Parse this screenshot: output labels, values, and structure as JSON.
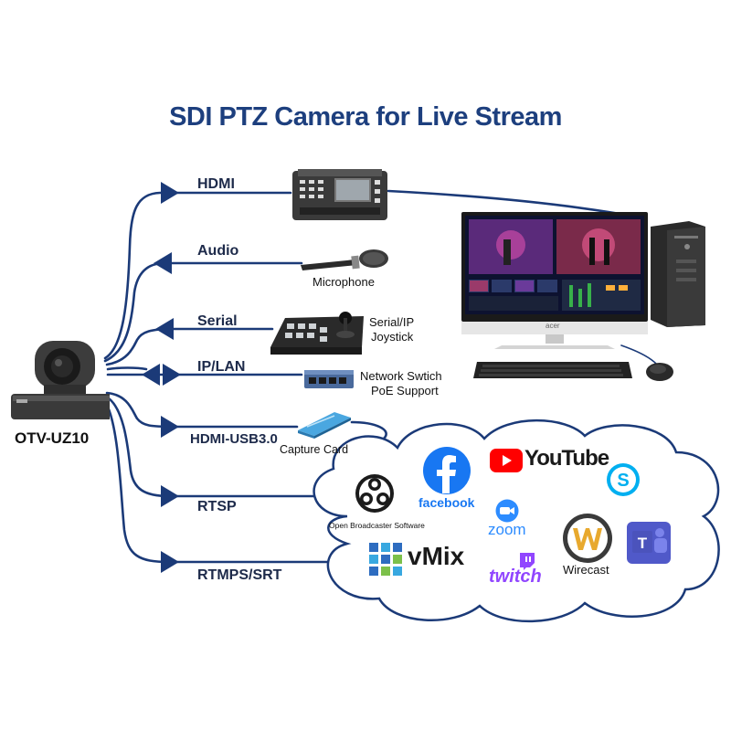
{
  "title": "SDI PTZ Camera for Live Stream",
  "camera": {
    "name": "OTV-UZ10"
  },
  "connections": [
    {
      "label": "HDMI"
    },
    {
      "label": "Audio"
    },
    {
      "label": "Serial"
    },
    {
      "label": "IP/LAN"
    },
    {
      "label": "HDMI-USB3.0"
    },
    {
      "label": "RTSP"
    },
    {
      "label": "RTMPS/SRT"
    }
  ],
  "devices": {
    "microphone": "Microphone",
    "joystick_line1": "Serial/IP",
    "joystick_line2": "Joystick",
    "switch_line1": "Network Swtich",
    "switch_line2": "PoE Support",
    "capture_card": "Capture Card",
    "monitor_brand": "acer"
  },
  "platforms": {
    "obs": "Open Broadcaster Software",
    "facebook": "facebook",
    "youtube": "YouTube",
    "zoom": "zoom",
    "vmix": "vMix",
    "twitch": "twitch",
    "wirecast": "Wirecast"
  },
  "colors": {
    "title": "#1d3f7e",
    "cable": "#1b3a78",
    "facebook": "#1877f2",
    "youtube": "#ff0000",
    "skype": "#00aff0",
    "zoom": "#2d8cff",
    "twitch": "#9146ff",
    "teams": "#5059c9"
  }
}
